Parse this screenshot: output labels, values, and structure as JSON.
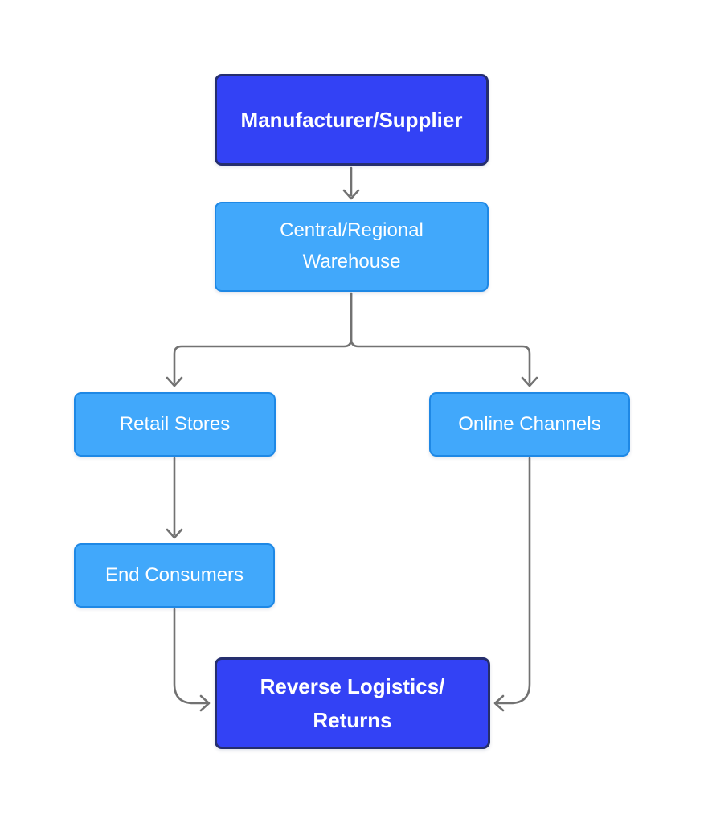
{
  "diagram": {
    "type": "flowchart",
    "nodes": {
      "manufacturer": {
        "label": "Manufacturer/Supplier",
        "style": "primary"
      },
      "warehouse": {
        "line1": "Central/Regional",
        "line2": "Warehouse",
        "style": "secondary"
      },
      "retail": {
        "label": "Retail Stores",
        "style": "secondary"
      },
      "online": {
        "label": "Online Channels",
        "style": "secondary"
      },
      "consumers": {
        "label": "End Consumers",
        "style": "secondary"
      },
      "reverse": {
        "line1": "Reverse Logistics/",
        "line2": "Returns",
        "style": "primary"
      }
    },
    "edges": [
      {
        "from": "manufacturer",
        "to": "warehouse"
      },
      {
        "from": "warehouse",
        "to": "retail"
      },
      {
        "from": "warehouse",
        "to": "online"
      },
      {
        "from": "retail",
        "to": "consumers"
      },
      {
        "from": "consumers",
        "to": "reverse"
      },
      {
        "from": "online",
        "to": "reverse"
      }
    ],
    "colors": {
      "background": "#ffffff",
      "primary_fill": "#3342f5",
      "primary_border": "#252e6e",
      "secondary_fill": "#41a8fb",
      "secondary_border": "#1e88e5",
      "text": "#ffffff",
      "connector": "#727272"
    }
  }
}
